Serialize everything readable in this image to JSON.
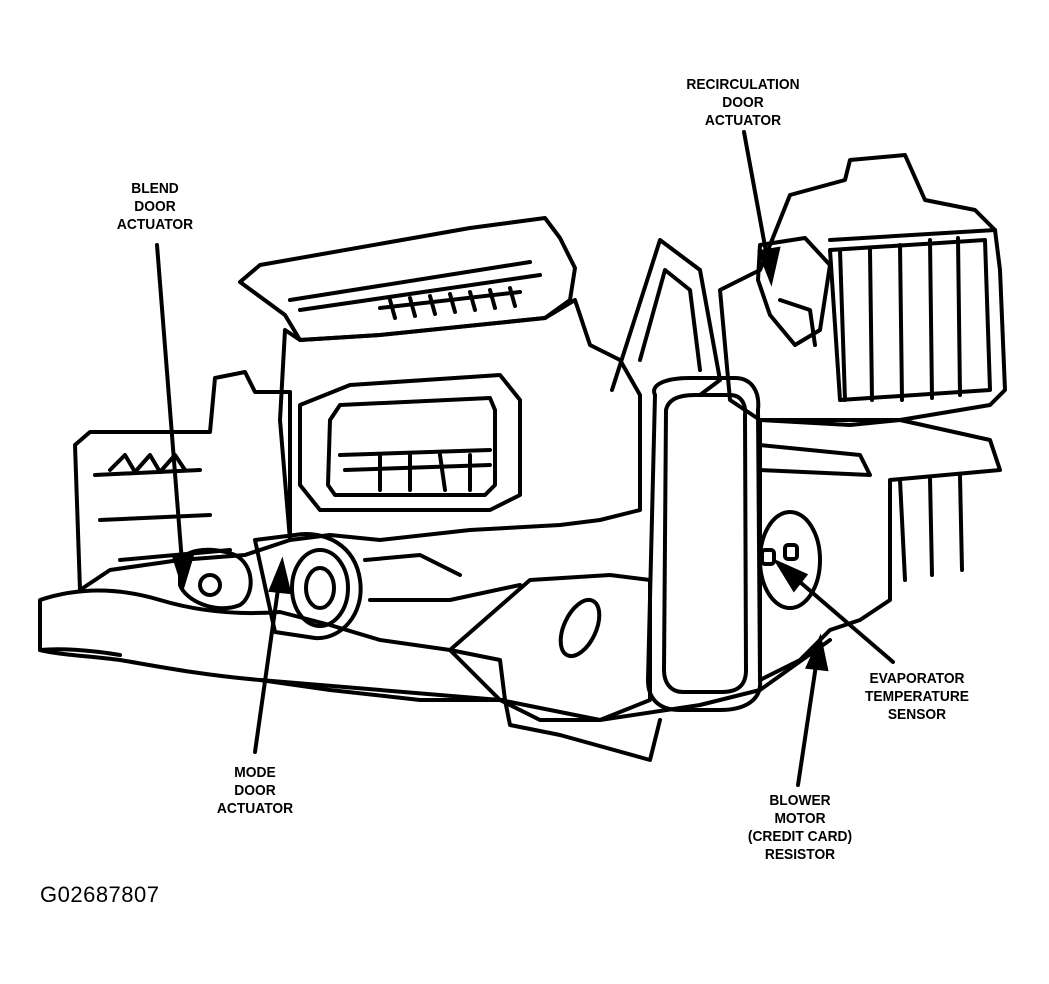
{
  "labels": {
    "recirculation": [
      "RECIRCULATION",
      "DOOR",
      "ACTUATOR"
    ],
    "blend": [
      "BLEND",
      "DOOR",
      "ACTUATOR"
    ],
    "evaporator": [
      "EVAPORATOR",
      "TEMPERATURE",
      "SENSOR"
    ],
    "mode": [
      "MODE",
      "DOOR",
      "ACTUATOR"
    ],
    "blower": [
      "BLOWER",
      "MOTOR",
      "(CREDIT CARD)",
      "RESISTOR"
    ]
  },
  "figure_id": "G02687807"
}
